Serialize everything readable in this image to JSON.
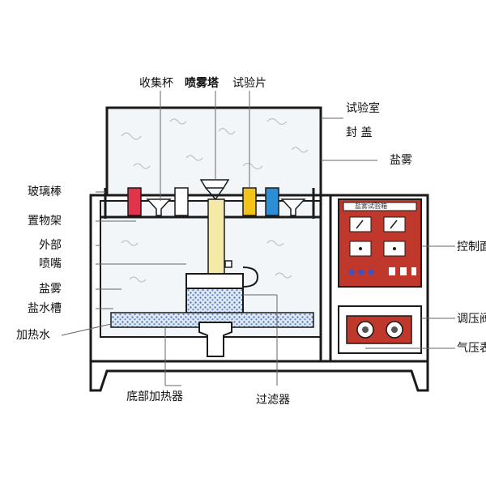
{
  "labels": {
    "top_collector": "收集杯",
    "top_tower": "喷雾塔",
    "top_specimen": "试验片",
    "right_chamber": "试验室",
    "right_lid": "封    盖",
    "right_saltfog": "盐雾",
    "right_control": "控制面",
    "right_regulator": "调压阀",
    "right_gauge": "气压表",
    "left_glassrod": "玻璃棒",
    "left_rack": "置物架",
    "left_outer": "外部",
    "left_nozzle": "喷嘴",
    "left_saltfog": "盐雾",
    "left_brinetank": "盐水槽",
    "left_heatwater": "加热水",
    "bottom_heater": "底部加热器",
    "bottom_filter": "过滤器",
    "panel_header": "盐雾试验箱"
  },
  "colors": {
    "outline": "#1a1a1a",
    "chamber_fill": "#f3f6f9",
    "control_panel": "#c0382b",
    "panel_window": "#ffffff",
    "indicator_blue": "#3a53c9",
    "water": "#5b87c8",
    "tower": "#f4e9a6",
    "specimen_red": "#e1344a",
    "specimen_yellow": "#f2c318",
    "specimen_blue": "#2c8fd6",
    "leader_line": "#666666"
  },
  "icons": [
    "reservoir-icon",
    "gauge-icon",
    "dial-icon"
  ]
}
